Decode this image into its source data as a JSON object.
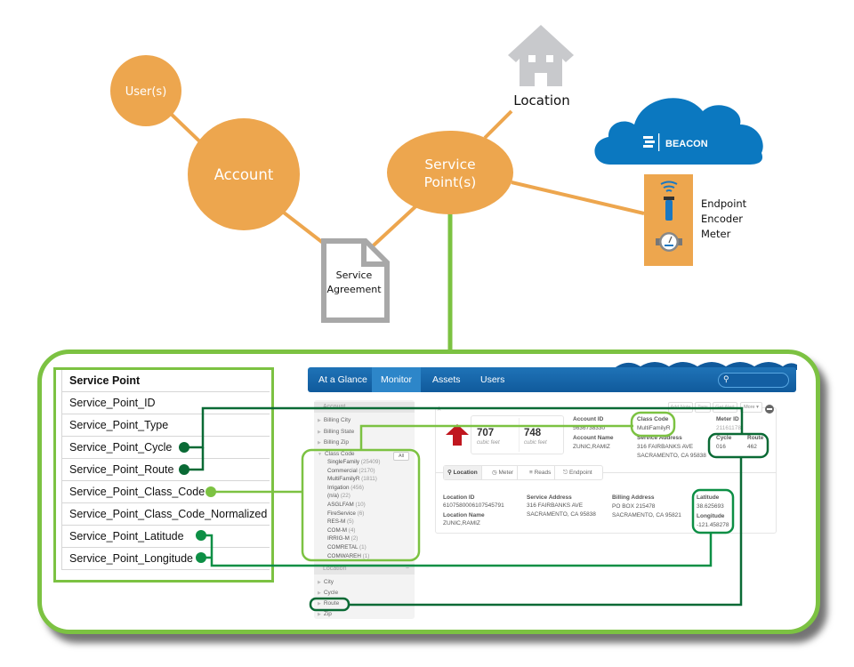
{
  "diagram": {
    "nodes": {
      "users": "User(s)",
      "account": "Account",
      "service_point": [
        "Service",
        "Point(s)"
      ],
      "service_agreement": [
        "Service",
        "Agreement"
      ],
      "location": "Location",
      "endpoint_stack": [
        "Endpoint",
        "Encoder",
        "Meter"
      ],
      "beacon": "BEACON"
    },
    "colors": {
      "node_orange": "#eda64e",
      "doc_gray": "#a8a8a8",
      "house_gray": "#c8c9cc",
      "cloud_blue": "#0b78c0",
      "frame_green": "#7cc242",
      "dark_green": "#0a6a35",
      "mid_green": "#0d8f45"
    }
  },
  "field_table": {
    "header": "Service Point",
    "rows": [
      "Service_Point_ID",
      "Service_Point_Type",
      "Service_Point_Cycle",
      "Service_Point_Route",
      "Service_Point_Class_Code",
      "Service_Point_Class_Code_Normalized",
      "Service_Point_Latitude",
      "Service_Point_Longitude"
    ]
  },
  "app": {
    "nav": {
      "tabs": [
        "At a Glance",
        "Monitor",
        "Assets",
        "Users"
      ],
      "active": "Monitor",
      "search_icon": "search-icon"
    },
    "sidebar": {
      "account_header": "Account",
      "account_items": [
        "Billing City",
        "Billing State",
        "Billing Zip"
      ],
      "class_code_label": "Class Code",
      "all_button": "All",
      "class_codes": [
        {
          "name": "SingleFamily",
          "count": "(25409)"
        },
        {
          "name": "Commercial",
          "count": "(2170)"
        },
        {
          "name": "MultiFamilyR",
          "count": "(1811)"
        },
        {
          "name": "Irrigation",
          "count": "(456)"
        },
        {
          "name": "(n/a)",
          "count": "(22)"
        },
        {
          "name": "ASGLFAM",
          "count": "(10)"
        },
        {
          "name": "FireService",
          "count": "(6)"
        },
        {
          "name": "RES-M",
          "count": "(5)"
        },
        {
          "name": "COM-M",
          "count": "(4)"
        },
        {
          "name": "IRRIG-M",
          "count": "(2)"
        },
        {
          "name": "COMRETAL",
          "count": "(1)"
        },
        {
          "name": "COMWAREH",
          "count": "(1)"
        }
      ],
      "location_header": "Location",
      "location_collapse": "−",
      "location_items": [
        "City",
        "Cycle",
        "Route",
        "Zip"
      ]
    },
    "toolbar": {
      "buttons": [
        "Add Note",
        "Tags",
        "Get Alert",
        "More ▾"
      ]
    },
    "reads": [
      {
        "value": "707",
        "unit": "cubic feet"
      },
      {
        "value": "748",
        "unit": "cubic feet"
      }
    ],
    "summary": {
      "account_id_label": "Account ID",
      "account_id": "5636738330",
      "account_name_label": "Account Name",
      "account_name": "ZUNIC,RAMIZ",
      "class_code_label": "Class Code",
      "class_code": "MultiFamilyR",
      "service_address_label": "Service Address",
      "service_address_1": "316 FAIRBANKS AVE",
      "service_address_2": "SACRAMENTO, CA 95838",
      "meter_id_label": "Meter ID",
      "meter_id": "21161178",
      "cycle_label": "Cycle",
      "cycle": "016",
      "route_label": "Route",
      "route": "462"
    },
    "subtabs": [
      "Location",
      "Meter",
      "Reads",
      "Endpoint"
    ],
    "location_details": {
      "location_id_label": "Location ID",
      "location_id": "6107580006107545791",
      "location_name_label": "Location Name",
      "location_name": "ZUNIC,RAMIZ",
      "service_address_label": "Service Address",
      "service_address_1": "316 FAIRBANKS AVE",
      "service_address_2": "SACRAMENTO, CA 95838",
      "billing_address_label": "Billing Address",
      "billing_address_1": "PO BOX 215478",
      "billing_address_2": "SACRAMENTO, CA 95821",
      "latitude_label": "Latitude",
      "latitude": "38.625693",
      "longitude_label": "Longitude",
      "longitude": "-121.458278"
    }
  }
}
